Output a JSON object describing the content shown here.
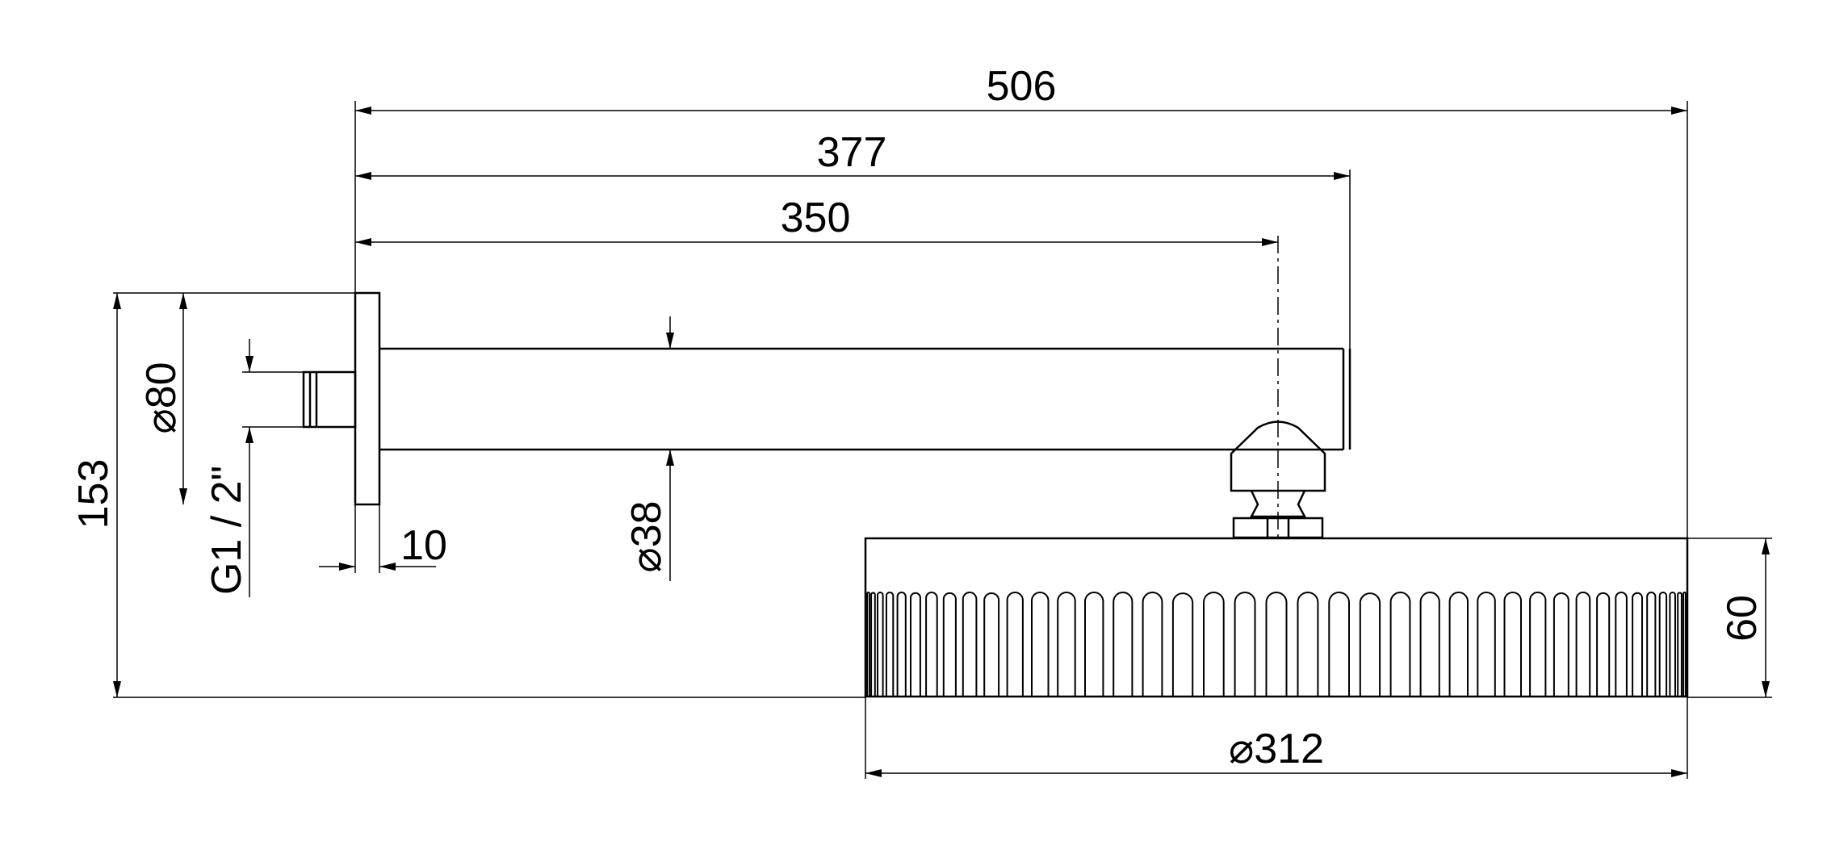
{
  "drawing": {
    "line_color": "#000000",
    "background_color": "#ffffff",
    "dimensions": {
      "overall_length": "506",
      "arm_length": "377",
      "center_distance": "350",
      "total_height": "153",
      "flange_diameter": "⌀80",
      "thread": "G1 / 2\"",
      "flange_thickness": "10",
      "arm_diameter": "⌀38",
      "head_height": "60",
      "head_diameter": "⌀312"
    }
  }
}
